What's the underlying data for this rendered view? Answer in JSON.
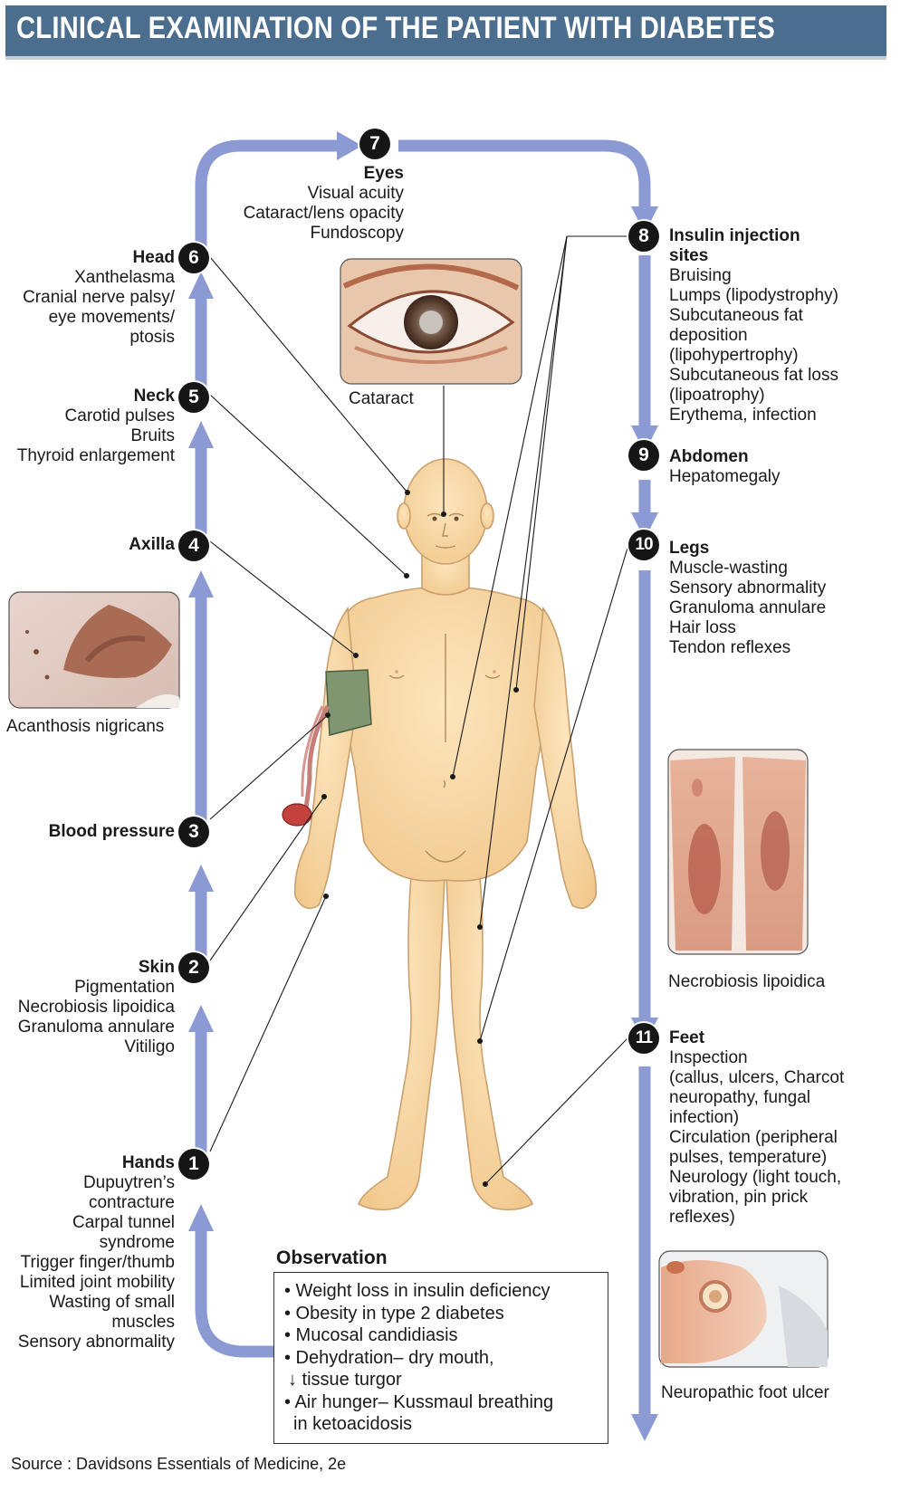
{
  "title": "CLINICAL EXAMINATION OF THE PATIENT WITH DIABETES",
  "colors": {
    "banner": "#4b6e8e",
    "arrow": "#8c9ad4",
    "skin": "#f8d9a8",
    "badge": "#161616"
  },
  "steps": {
    "s1": {
      "num": "1",
      "title": "Hands",
      "lines": [
        "Dupuytren’s",
        "contracture",
        "Carpal tunnel",
        "syndrome",
        "Trigger finger/thumb",
        "Limited joint mobility",
        "Wasting of small",
        "muscles",
        "Sensory abnormality"
      ]
    },
    "s2": {
      "num": "2",
      "title": "Skin",
      "lines": [
        "Pigmentation",
        "Necrobiosis lipoidica",
        "Granuloma annulare",
        "Vitiligo"
      ]
    },
    "s3": {
      "num": "3",
      "title": "Blood pressure"
    },
    "s4": {
      "num": "4",
      "title": "Axilla"
    },
    "s5": {
      "num": "5",
      "title": "Neck",
      "lines": [
        "Carotid pulses",
        "Bruits",
        "Thyroid enlargement"
      ]
    },
    "s6": {
      "num": "6",
      "title": "Head",
      "lines": [
        "Xanthelasma",
        "Cranial nerve palsy/",
        "eye movements/",
        "ptosis"
      ]
    },
    "s7": {
      "num": "7",
      "title": "Eyes",
      "lines": [
        "Visual acuity",
        "Cataract/lens opacity",
        "Fundoscopy"
      ]
    },
    "s8": {
      "num": "8",
      "title_lines": [
        "Insulin injection",
        "sites"
      ],
      "lines": [
        "Bruising",
        "Lumps (lipodystrophy)",
        "Subcutaneous fat",
        "deposition",
        "(lipohypertrophy)",
        "Subcutaneous fat loss",
        "(lipoatrophy)",
        "Erythema, infection"
      ]
    },
    "s9": {
      "num": "9",
      "title": "Abdomen",
      "lines": [
        "Hepatomegaly"
      ]
    },
    "s10": {
      "num": "10",
      "title": "Legs",
      "lines": [
        "Muscle-wasting",
        "Sensory abnormality",
        "Granuloma annulare",
        "Hair loss",
        "Tendon reflexes"
      ]
    },
    "s11": {
      "num": "11",
      "title": "Feet",
      "lines": [
        "Inspection",
        "(callus, ulcers, Charcot",
        "neuropathy, fungal",
        "infection)",
        "Circulation (peripheral",
        "pulses, temperature)",
        "Neurology (light touch,",
        "vibration, pin prick",
        "reflexes)"
      ]
    }
  },
  "photos": {
    "cataract": "Cataract",
    "acanthosis": "Acanthosis nigricans",
    "necrobiosis": "Necrobiosis lipoidica",
    "foot_ulcer": "Neuropathic foot ulcer"
  },
  "observation": {
    "title": "Observation",
    "items": [
      "• Weight loss in insulin deficiency",
      "• Obesity in type 2 diabetes",
      "• Mucosal candidiasis",
      "• Dehydration– dry mouth,",
      "↓ tissue turgor",
      "• Air hunger– Kussmaul breathing",
      "  in ketoacidosis"
    ]
  },
  "source": "Source : Davidsons Essentials of Medicine, 2e"
}
